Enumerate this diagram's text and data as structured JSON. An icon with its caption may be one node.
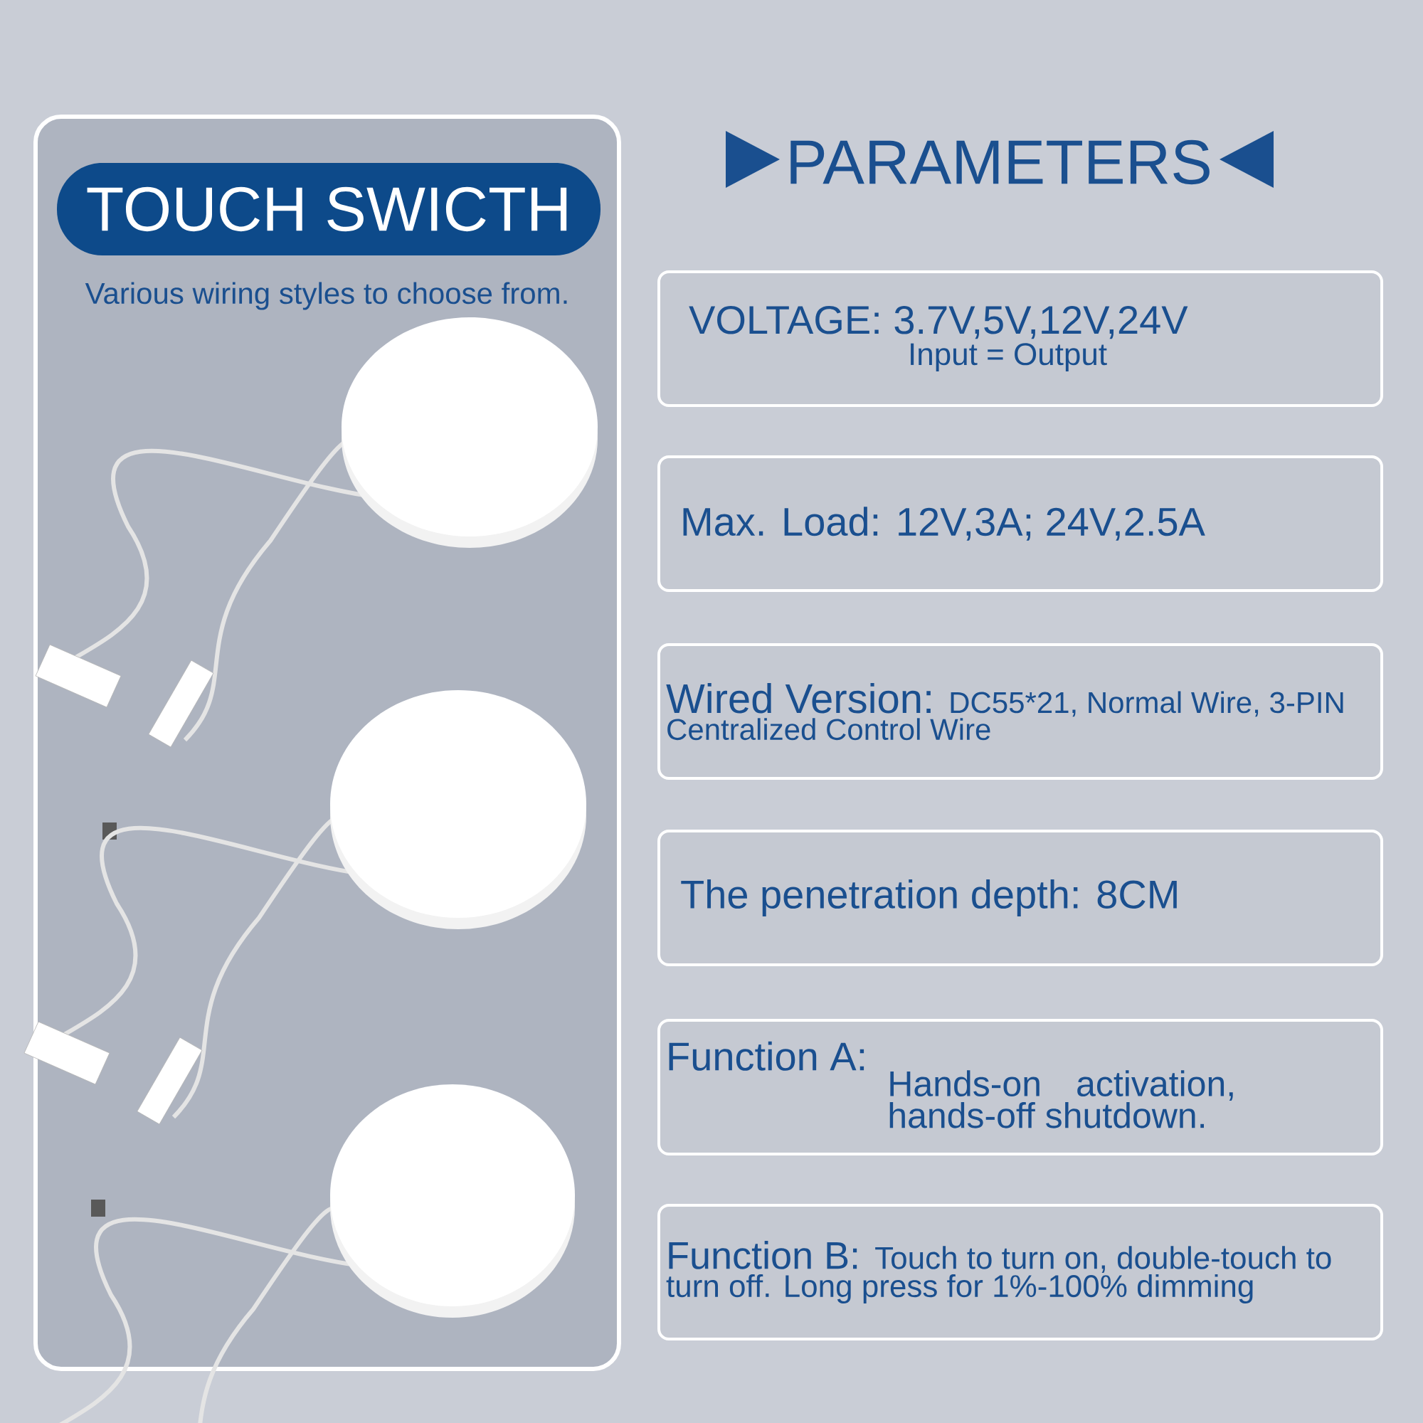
{
  "diagram": {
    "title": "PARAMETERS",
    "nodes": [
      {
        "text": [
          "TOUCH SWICTH"
        ]
      },
      {
        "text": [
          "VOLTAGE: 3.7V,5V,12V,24V",
          "Input = Output"
        ]
      },
      {
        "text": [
          "Max. Load: 12V,3A;  24V,2.5A"
        ]
      },
      {
        "text": [
          "Wired Version:",
          "DC55*21, Normal Wire, 3-PIN Centralized Control Wire"
        ]
      },
      {
        "text": [
          "The penetration depth: 8CM"
        ]
      },
      {
        "text": [
          "Function A:",
          "Hands-on activation, hands-off shutdown."
        ]
      },
      {
        "text": [
          "Function B:",
          "Touch to turn on, double-touch to turn off. Long press for 1%-100% dimming"
        ]
      }
    ],
    "edges": [],
    "labels": [
      "Various wiring styles to choose from."
    ]
  }
}
